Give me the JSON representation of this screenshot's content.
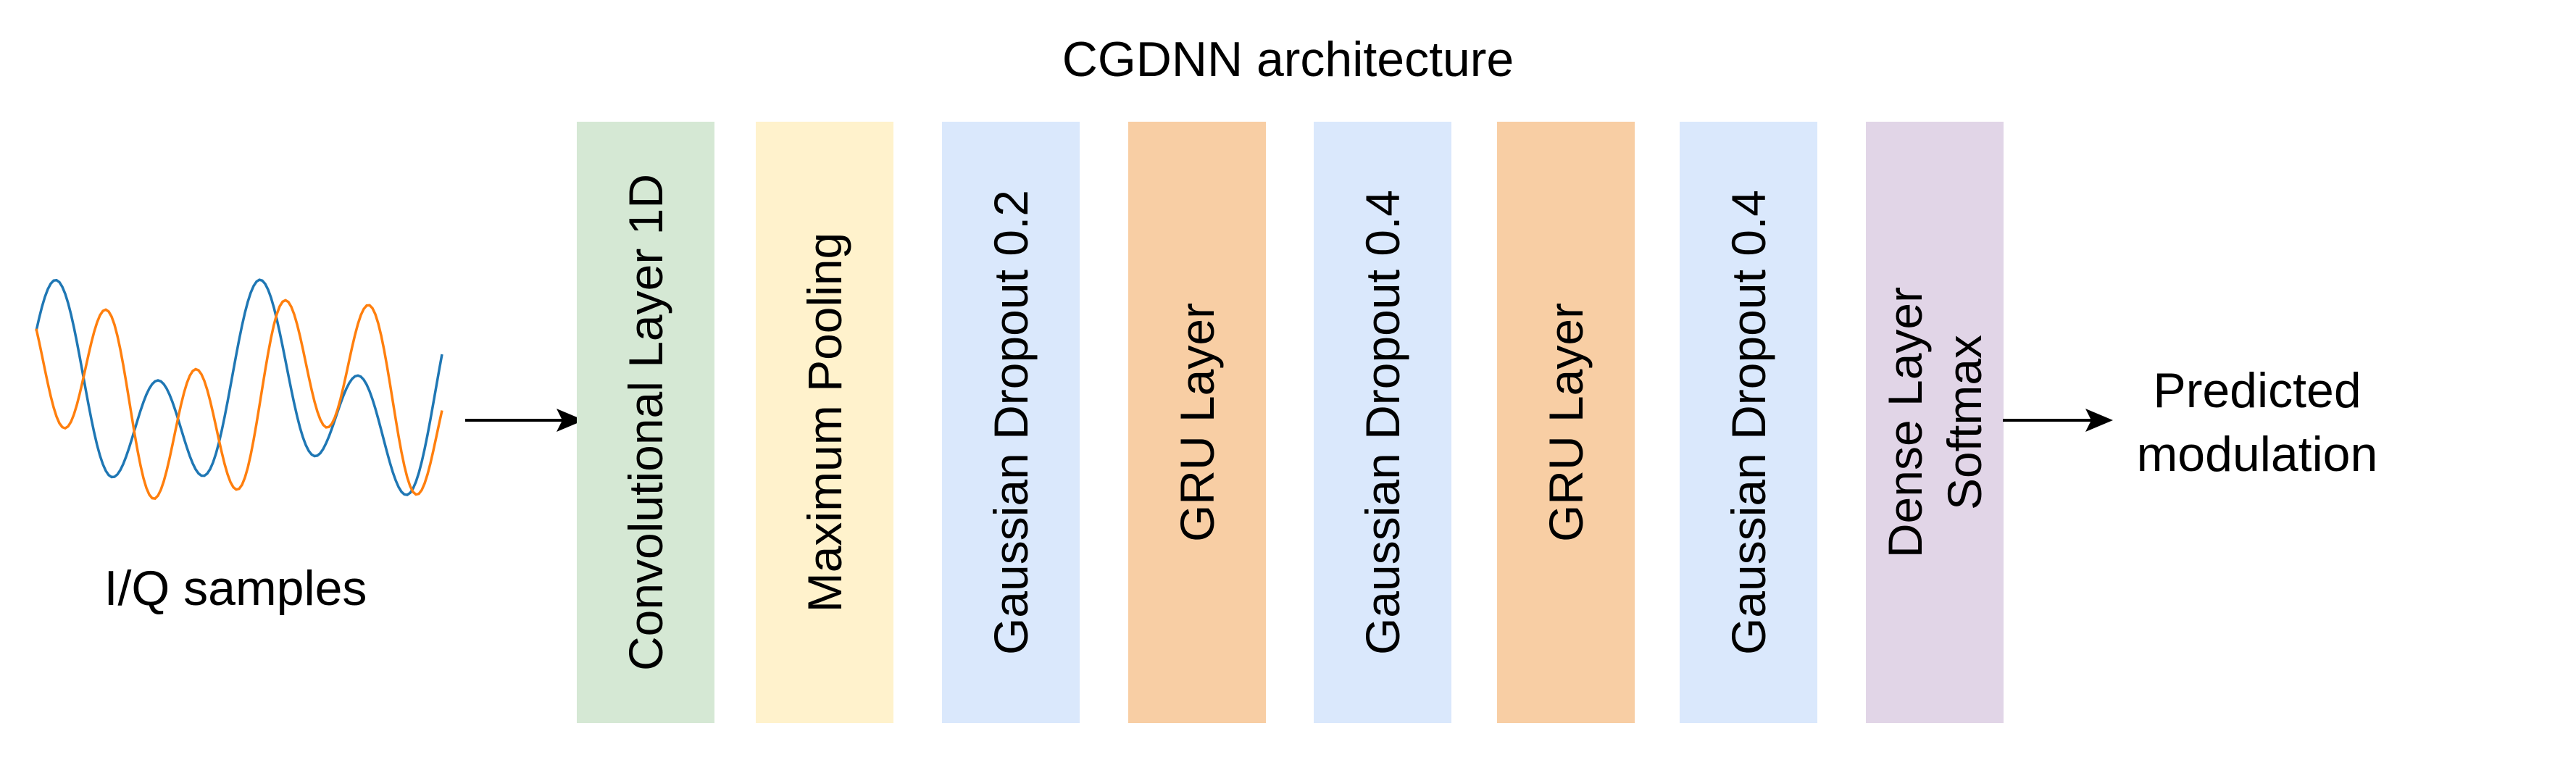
{
  "title": "CGDNN architecture",
  "input_label": "I/Q samples",
  "output_label": {
    "line1": "Predicted",
    "line2": "modulation"
  },
  "layers": [
    {
      "line1": "Convolutional Layer 1D",
      "color": "#d5e8d4"
    },
    {
      "line1": "Maximum Pooling",
      "color": "#fff2cc"
    },
    {
      "line1": "Gaussian Dropout 0.2",
      "color": "#dae8fc"
    },
    {
      "line1": "GRU Layer",
      "color": "#f8cea4"
    },
    {
      "line1": "Gaussian Dropout 0.4",
      "color": "#dae8fc"
    },
    {
      "line1": "GRU Layer",
      "color": "#f8cea4"
    },
    {
      "line1": "Gaussian Dropout 0.4",
      "color": "#dae8fc"
    },
    {
      "line1": "Dense Layer",
      "line2": "Softmax",
      "color": "#e1d5e7"
    }
  ],
  "wave_colors": {
    "i": "#1f77b4",
    "q": "#ff7f0e"
  }
}
